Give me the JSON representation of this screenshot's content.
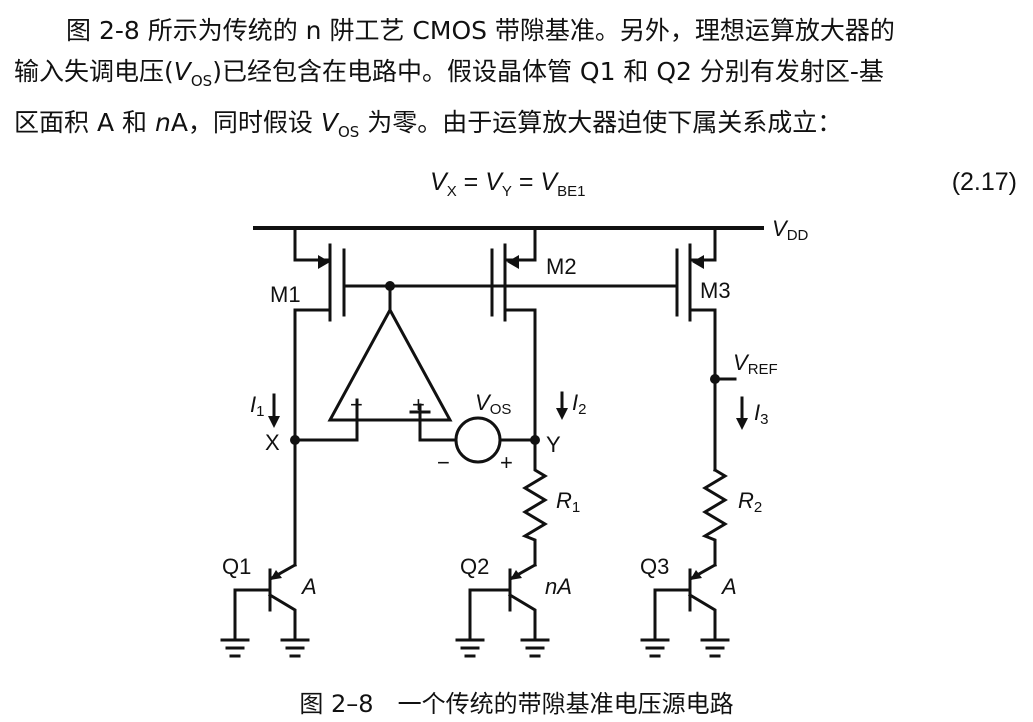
{
  "paragraph": {
    "line1": "图 2-8 所示为传统的 n 阱工艺 CMOS 带隙基准。另外，理想运算放大器的",
    "line2_a": "输入失调电压(",
    "line2_vos_v": "V",
    "line2_vos_sub": "OS",
    "line2_b": ")已经包含在电路中。假设晶体管 Q1 和 Q2 分别有发射区-基",
    "line3_a": "区面积 A 和 ",
    "line3_n": "n",
    "line3_b": "A，同时假设 ",
    "line3_v": "V",
    "line3_sub": "OS",
    "line3_c": " 为零。由于运算放大器迫使下属关系成立："
  },
  "equation": {
    "vx_v": "V",
    "vx_sub": "X",
    "eq1": " = ",
    "vy_v": "V",
    "vy_sub": "Y",
    "eq2": " = ",
    "vbe_v": "V",
    "vbe_sub": "BE1",
    "number": "(2.17)"
  },
  "figure": {
    "vdd_v": "V",
    "vdd_sub": "DD",
    "m1": "M1",
    "m2": "M2",
    "m3": "M3",
    "vref_v": "V",
    "vref_sub": "REF",
    "i1_i": "I",
    "i1_sub": "1",
    "i2_i": "I",
    "i2_sub": "2",
    "i3_i": "I",
    "i3_sub": "3",
    "x": "X",
    "y": "Y",
    "minus": "−",
    "plus": "+",
    "vos_v": "V",
    "vos_sub": "OS",
    "vos_minus": "−",
    "vos_plus": "+",
    "r1_r": "R",
    "r1_sub": "1",
    "r2_r": "R",
    "r2_sub": "2",
    "q1": "Q1",
    "q2": "Q2",
    "q3": "Q3",
    "a1": "A",
    "na": "nA",
    "a3": "A"
  },
  "caption": "图 2–8　一个传统的带隙基准电压源电路"
}
